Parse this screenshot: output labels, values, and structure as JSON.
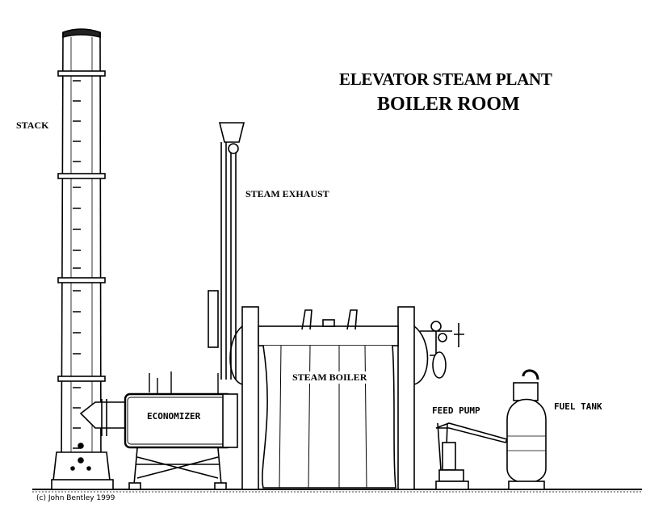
{
  "title": {
    "line1": "ELEVATOR STEAM PLANT",
    "line2": "BOILER ROOM"
  },
  "labels": {
    "stack": "STACK",
    "steam_exhaust": "STEAM EXHAUST",
    "steam_boiler": "STEAM BOILER",
    "economizer": "ECONOMIZER",
    "feed_pump": "FEED PUMP",
    "fuel_tank": "FUEL TANK"
  },
  "credit": "(c) John Bentley 1999"
}
